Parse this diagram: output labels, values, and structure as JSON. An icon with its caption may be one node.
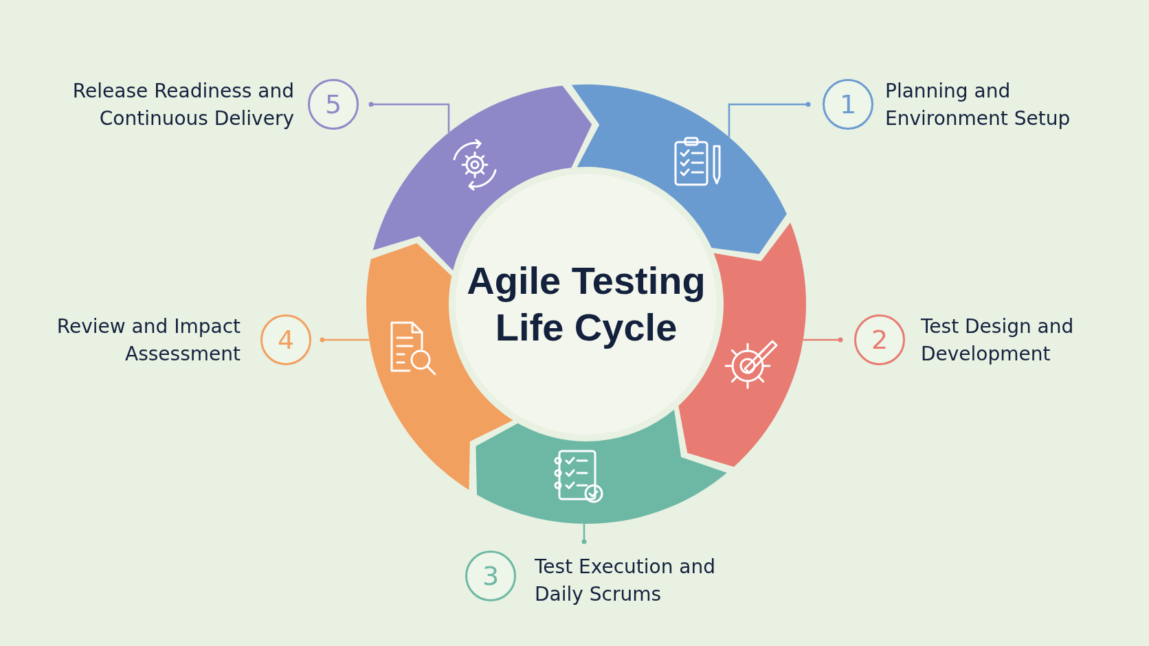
{
  "diagram": {
    "nodes": [
      {
        "text": [
          "Agile Testing Life Cycle"
        ]
      },
      {
        "text": [
          "1"
        ],
        "beside": [
          "Planning and Environment Setup"
        ]
      },
      {
        "text": [
          "2"
        ],
        "beside": [
          "Test Design and Development"
        ]
      },
      {
        "text": [
          "3"
        ],
        "beside": [
          "Test Execution and Daily Scrums"
        ]
      },
      {
        "text": [
          "4"
        ],
        "beside": [
          "Review and Impact Assessment"
        ]
      },
      {
        "text": [
          "5"
        ],
        "beside": [
          "Release Readiness and Continuous Delivery"
        ]
      },
      {
        "text": [],
        "shape": "arc"
      },
      {
        "text": [],
        "shape": "arc"
      },
      {
        "text": [],
        "shape": "arc"
      },
      {
        "text": [],
        "shape": "arc"
      },
      {
        "text": [],
        "shape": "arc"
      }
    ],
    "edges": [
      {
        "from": 1,
        "to": 6,
        "arrow": "other",
        "color": "#6a9bd0"
      },
      {
        "from": 2,
        "to": 7,
        "arrow": "other",
        "color": "#e87b72"
      },
      {
        "from": 3,
        "to": 8,
        "arrow": "other",
        "color": "#6db8a5"
      },
      {
        "from": 4,
        "to": 9,
        "arrow": "other",
        "color": "#f2a060"
      },
      {
        "from": 5,
        "to": 10,
        "arrow": "other",
        "color": "#8f88c8"
      }
    ]
  }
}
